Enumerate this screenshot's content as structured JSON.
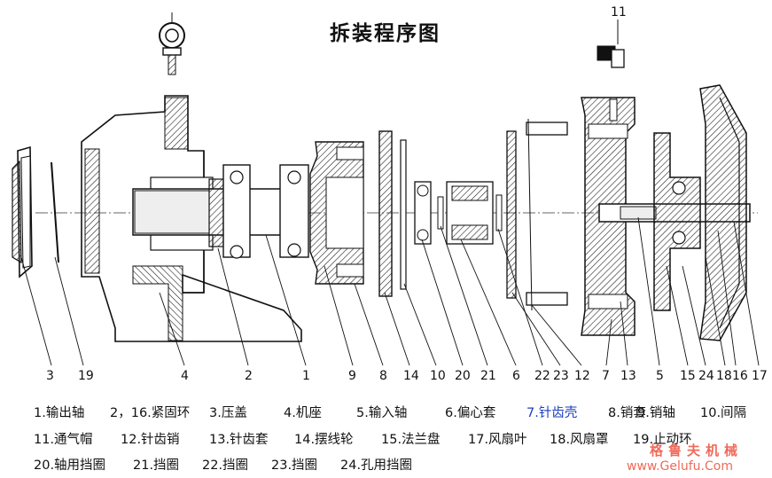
{
  "title": "拆装程序图",
  "callouts": [
    "3",
    "19",
    "4",
    "2",
    "1",
    "9",
    "8",
    "14",
    "10",
    "20",
    "21",
    "6",
    "22",
    "23",
    "12",
    "7",
    "13",
    "5",
    "15",
    "24",
    "18",
    "16",
    "17",
    "11"
  ],
  "legend_rows": [
    [
      "1.输出轴",
      "2，16.紧固环",
      "3.压盖",
      "4.机座",
      "5.输入轴",
      "6.偏心套",
      "7.针齿壳",
      "8.销套",
      "9.销轴",
      "10.间隔"
    ],
    [
      "11.通气帽",
      "12.针齿销",
      "13.针齿套",
      "14.摆线轮",
      "15.法兰盘",
      "17.风扇叶",
      "18.风扇罩",
      "19.止动环"
    ],
    [
      "20.轴用挡圈",
      "21.挡圈",
      "22.挡圈",
      "23.挡圈",
      "24.孔用挡圈"
    ]
  ],
  "watermark": {
    "line1": "格鲁夫机械",
    "line2": "www.Gelufu.Com"
  },
  "colors": {
    "ink": "#111111",
    "accent_blue": "#1a3fbf",
    "watermark": "#f06a5a"
  }
}
